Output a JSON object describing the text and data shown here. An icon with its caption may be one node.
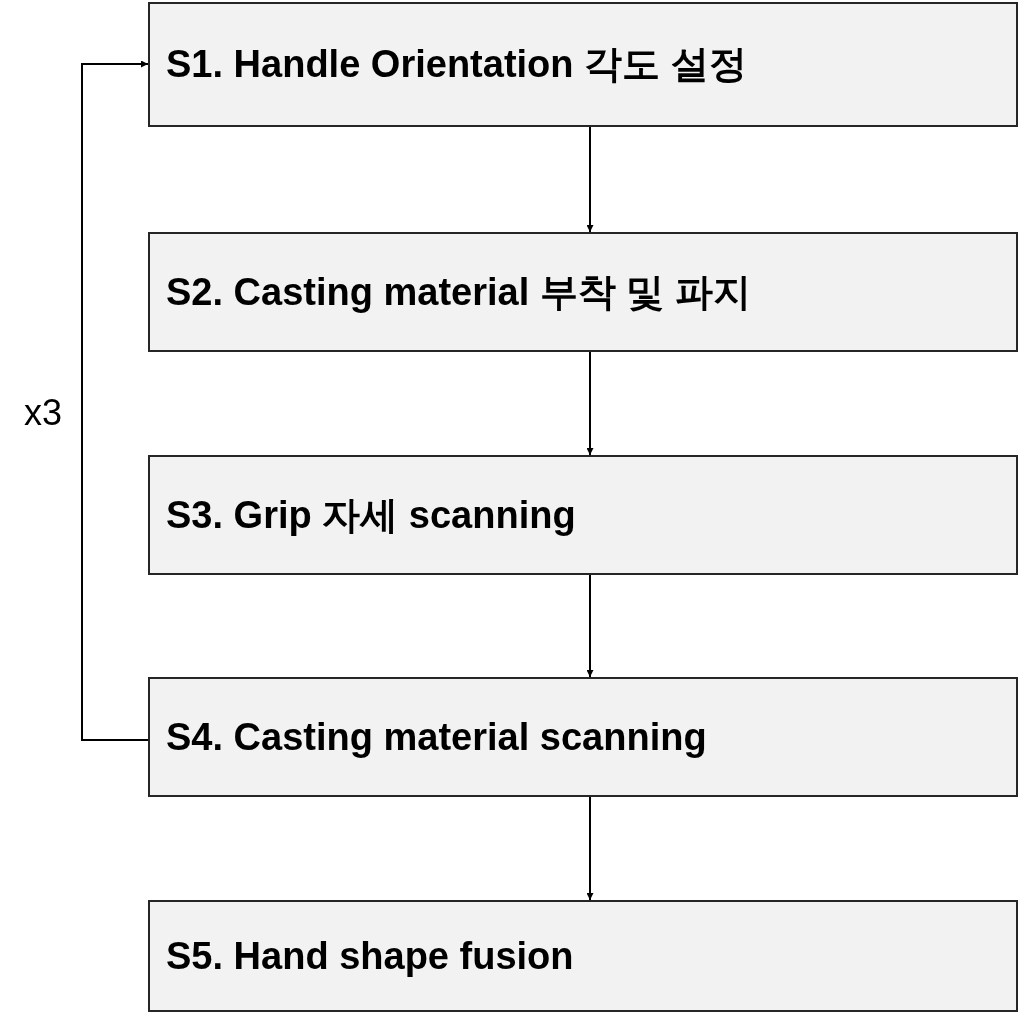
{
  "diagram": {
    "nodes": [
      {
        "text": [
          "S1. Handle Orientation 각도 설정"
        ]
      },
      {
        "text": [
          "S2. Casting material 부착 및 파지"
        ]
      },
      {
        "text": [
          "S3. Grip 자세 scanning"
        ]
      },
      {
        "text": [
          "S4. Casting material scanning"
        ]
      },
      {
        "text": [
          "S5. Hand shape fusion"
        ]
      }
    ],
    "edges": [
      {
        "from": 0,
        "to": 1,
        "arrow": "to"
      },
      {
        "from": 1,
        "to": 2,
        "arrow": "to"
      },
      {
        "from": 2,
        "to": 3,
        "arrow": "to"
      },
      {
        "from": 3,
        "to": 4,
        "arrow": "to"
      },
      {
        "from": 3,
        "to": 0,
        "arrow": "to"
      }
    ],
    "labels": [
      "x3"
    ]
  }
}
